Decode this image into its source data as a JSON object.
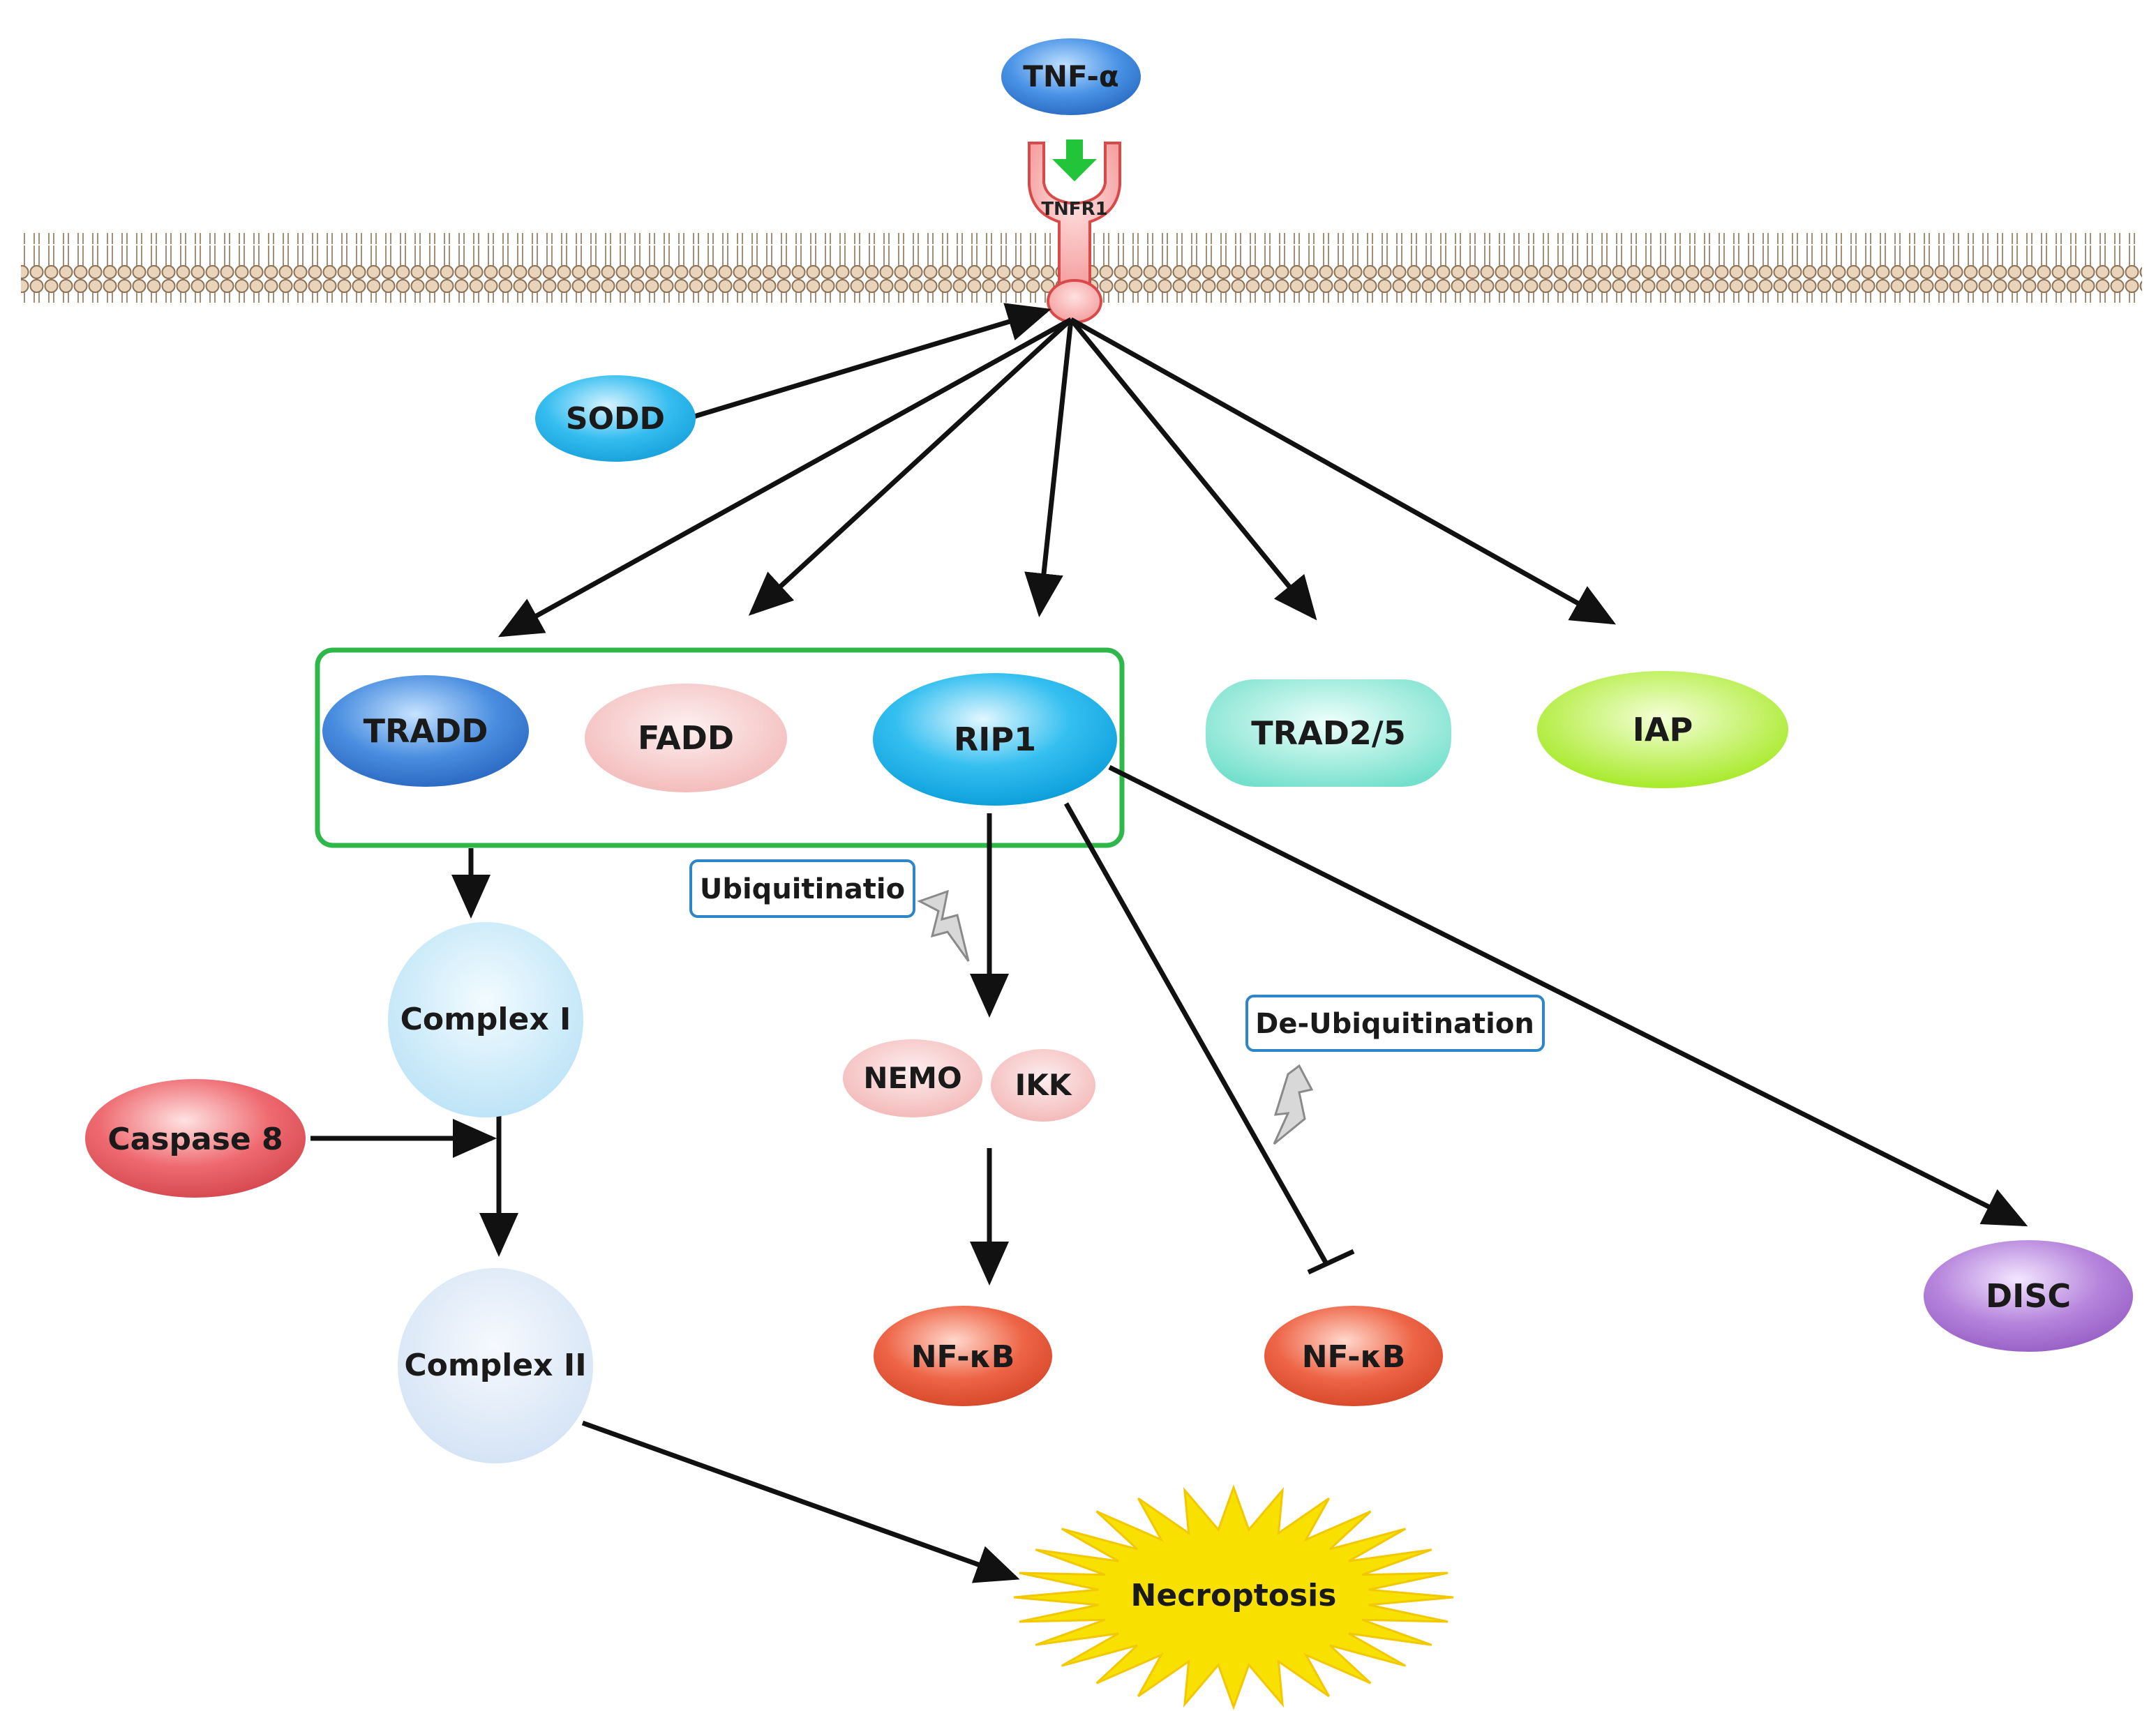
{
  "nodes": {
    "tnf_alpha": "TNF-α",
    "tnfr1": "TNFR1",
    "sodd": "SODD",
    "tradd": "TRADD",
    "fadd": "FADD",
    "rip1": "RIP1",
    "trad25": "TRAD2/5",
    "iap": "IAP",
    "complex1": "Complex I",
    "complex2": "Complex II",
    "caspase8": "Caspase 8",
    "nemo": "NEMO",
    "ikk": "IKK",
    "nfkb_left": "NF-κB",
    "nfkb_right": "NF-κB",
    "disc": "DISC",
    "necroptosis": "Necroptosis"
  },
  "notes": {
    "ubiquitination": "Ubiquitinatio",
    "deubiquitination": "De-Ubiquitination"
  },
  "colors": {
    "tnf": "#3f88e0",
    "receptor": "#f7a8a8",
    "sodd": "#2cb8ea",
    "tradd": "#3a7fd8",
    "fadd": "#f6c6c6",
    "rip1": "#1fb2ec",
    "trad25": "#8fe8d8",
    "iap": "#b6f03a",
    "complex1": "#c6e8f8",
    "complex2": "#dce8f6",
    "caspase8": "#ea5c62",
    "nemo_ikk": "#f6c6c6",
    "nfkb": "#ea5a3c",
    "disc": "#b07bd6",
    "necroptosis": "#f8e000",
    "group_box": "#2eb84a",
    "membrane": "#d9b99a",
    "arrow": "#111111",
    "note_border": "#2e86c8"
  }
}
